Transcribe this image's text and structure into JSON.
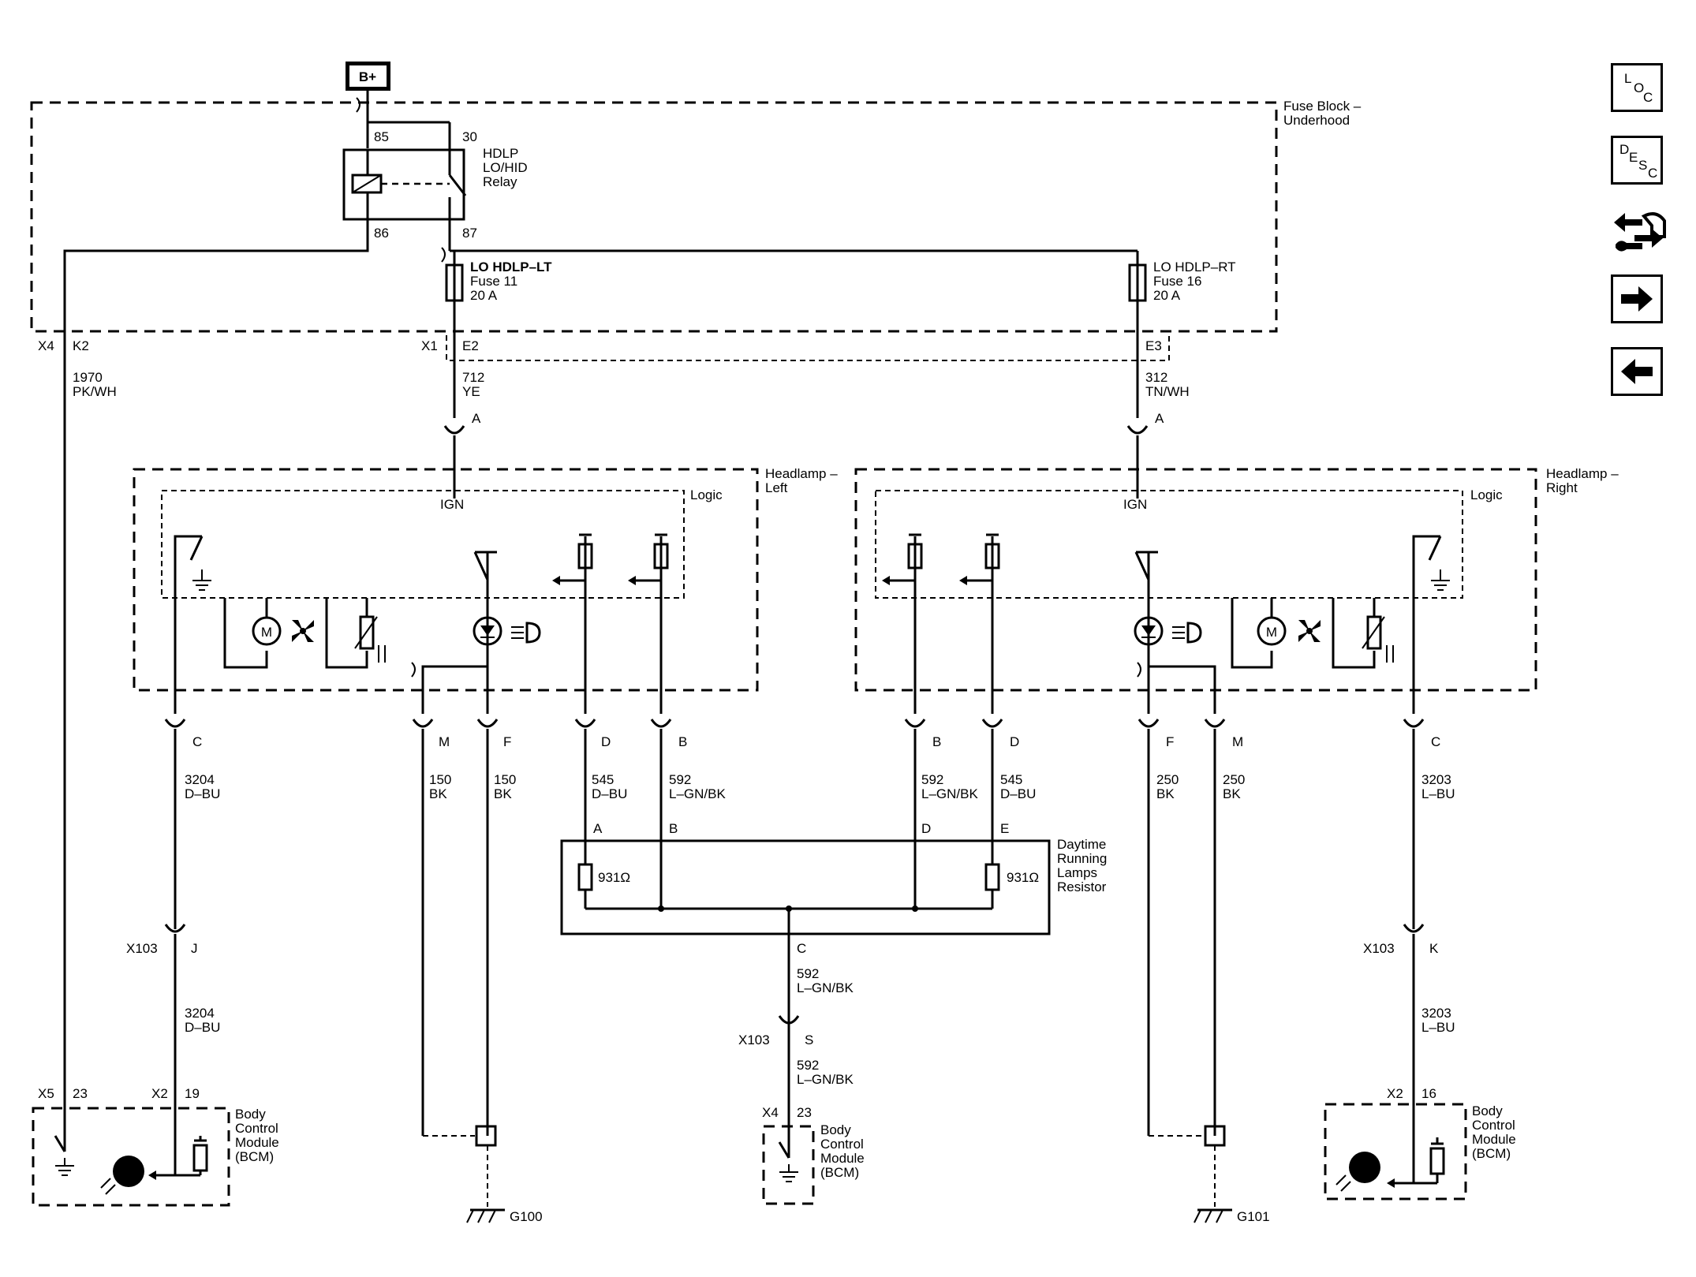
{
  "supply": "B+",
  "fuse_block": {
    "line1": "Fuse Block –",
    "line2": "Underhood"
  },
  "relay": {
    "name_line1": "HDLP",
    "name_line2": "LO/HID",
    "name_line3": "Relay",
    "pin85": "85",
    "pin30": "30",
    "pin86": "86",
    "pin87": "87"
  },
  "fuse_lt": {
    "line1": "LO HDLP–LT",
    "line2": "Fuse 11",
    "line3": "20 A"
  },
  "fuse_rt": {
    "line1": "LO HDLP–RT",
    "line2": "Fuse 16",
    "line3": "20 A"
  },
  "connectors": {
    "x4": "X4",
    "k2": "K2",
    "x1": "X1",
    "e2": "E2",
    "e3": "E3",
    "x103": "X103",
    "j": "J",
    "k": "K",
    "s": "S",
    "x5": "X5",
    "x2": "X2",
    "pin23": "23",
    "pin19": "19",
    "pin16": "16"
  },
  "wires": {
    "w1970": "1970",
    "pkwh": "PK/WH",
    "w712": "712",
    "ye": "YE",
    "w312": "312",
    "tnwh": "TN/WH",
    "w3204": "3204",
    "dbu": "D–BU",
    "w150": "150",
    "bk": "BK",
    "w545": "545",
    "w592": "592",
    "lgnbk": "L–GN/BK",
    "w250": "250",
    "w3203": "3203",
    "lbu": "L–BU"
  },
  "pins": {
    "A": "A",
    "B": "B",
    "C": "C",
    "D": "D",
    "E": "E",
    "F": "F",
    "M": "M"
  },
  "headlamp_left": {
    "line1": "Headlamp –",
    "line2": "Left"
  },
  "headlamp_right": {
    "line1": "Headlamp –",
    "line2": "Right"
  },
  "logic": "Logic",
  "ign": "IGN",
  "motor": "M",
  "drl_resistor": {
    "line1": "Daytime",
    "line2": "Running",
    "line3": "Lamps",
    "line4": "Resistor",
    "value": "931Ω"
  },
  "bcm": {
    "line1": "Body",
    "line2": "Control",
    "line3": "Module",
    "line4": "(BCM)"
  },
  "grounds": {
    "g100": "G100",
    "g101": "G101"
  },
  "nav": {
    "loc": {
      "l1": "L",
      "l2": "O",
      "l3": "C"
    },
    "desc": {
      "l1": "D",
      "l2": "E",
      "l3": "S",
      "l4": "C"
    }
  }
}
